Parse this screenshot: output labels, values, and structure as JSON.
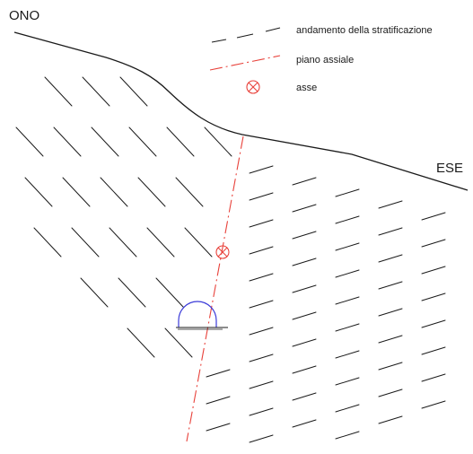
{
  "labels": {
    "west": "ONO",
    "east": "ESE"
  },
  "legend": {
    "bedding": "andamento della stratificazione",
    "axial_plane": "piano assiale",
    "axis": "asse"
  },
  "colors": {
    "ink": "#1a1a1a",
    "axial": "#e8413a",
    "tunnel": "#3a3ad8"
  },
  "icons": {
    "axis_symbol": "circle-x-icon"
  }
}
